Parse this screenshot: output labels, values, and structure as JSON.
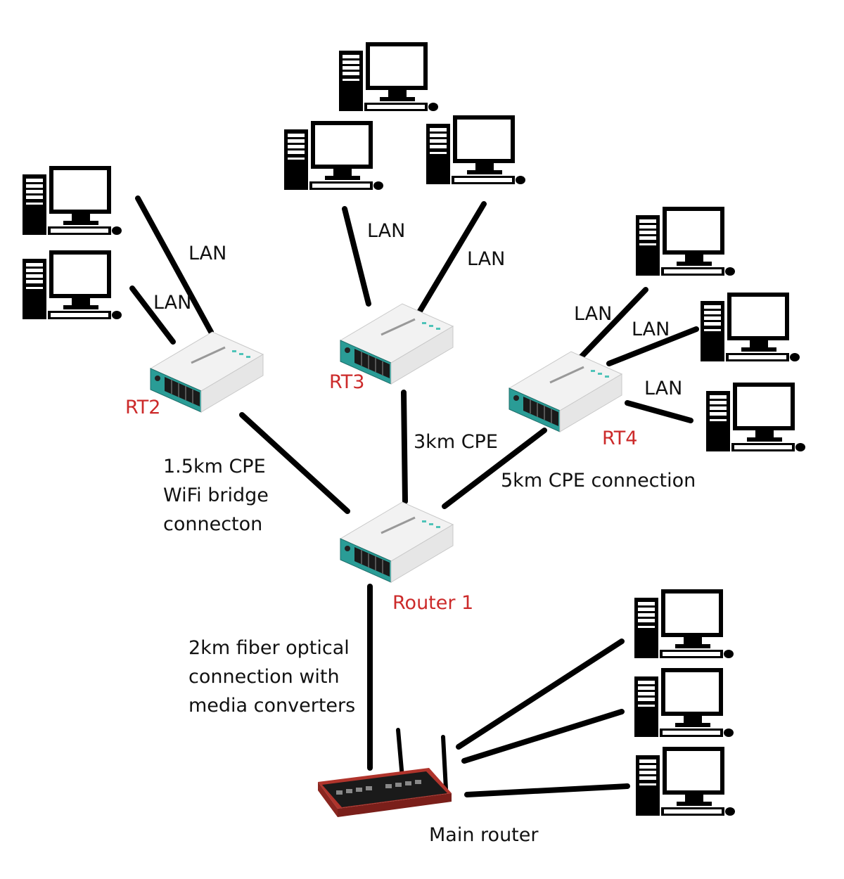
{
  "routers": {
    "rt2": "RT2",
    "rt3": "RT3",
    "rt4": "RT4",
    "router1": "Router 1",
    "main": "Main router"
  },
  "links": {
    "lan": "LAN",
    "rt2_line1": "1.5km CPE",
    "rt2_line2": "WiFi bridge",
    "rt2_line3": "connecton",
    "rt3_link": "3km CPE",
    "rt4_link": "5km CPE connection",
    "fiber_line1": "2km fiber optical",
    "fiber_line2": "connection with",
    "fiber_line3": "media converters"
  },
  "colors": {
    "router_label": "#cc2a2a",
    "router_case": "#f2f2f2",
    "router_panel": "#2a9c96",
    "main_router_case": "#b0342c",
    "link": "#000000"
  },
  "icons": {
    "computer": "desktop-computer-icon",
    "router": "router-icon",
    "main_router": "main-router-icon"
  }
}
